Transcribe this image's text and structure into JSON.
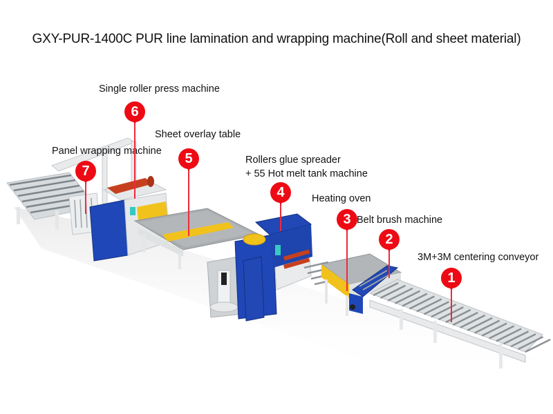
{
  "title": "GXY-PUR-1400C PUR line lamination and wrapping machine(Roll and sheet material)",
  "components": [
    {
      "number": "1",
      "name": "3M+3M centering conveyor"
    },
    {
      "number": "2",
      "name": "Belt brush machine"
    },
    {
      "number": "3",
      "name": "Heating oven"
    },
    {
      "number": "4",
      "name": "Rollers glue spreader",
      "name_line2": "+ 55 Hot melt tank machine"
    },
    {
      "number": "5",
      "name": "Sheet overlay table"
    },
    {
      "number": "6",
      "name": "Single roller press machine"
    },
    {
      "number": "7",
      "name": "Panel wrapping machine"
    }
  ],
  "colors": {
    "marker_red": "#ee0a14",
    "machine_blue": "#1f47b8",
    "panel_yellow": "#f2c21c",
    "roller_red": "#c6401f",
    "frame_gray": "#d9dcde"
  }
}
